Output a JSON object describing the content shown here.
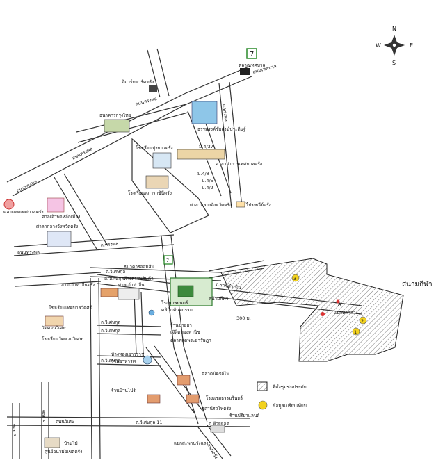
{
  "compass": {
    "n": "N",
    "s": "S",
    "e": "E",
    "w": "W"
  },
  "roads": {
    "north_ne": "ถนนเทศบาล",
    "upper_horizontal": "ถนนทรงพล",
    "northeast_vertical": "ถ.ทรงพล",
    "west_upper": "ถนนทรงพล",
    "west_diagonal": "ถนนทรงพล",
    "west_lower": "ถนนทรงพล",
    "center_diagonal": "ถ.ทรงพล",
    "center_h1": "ถ.วิเศษกุล",
    "center_h2": "ถ.ราชดำเนิน",
    "center_h3": "ถ.วิเศษกุล",
    "center_h4": "ถ.วิเศษกุล",
    "center_h5": "ถ.วิเศษกุล",
    "center_h6": "ถ.วิเศษกุล",
    "bottom_left": "ถนนวิเศษ",
    "bottom_mid": "ถ.วิเศษกุล 11",
    "bottom_right_short": "ถ.ห้วยยอด",
    "bottom_diag": "ถนนตรัง",
    "left_vertical_1": "ซอย 5",
    "left_vertical_2": "ซอย 3",
    "distance": "300 ม.",
    "stadium_road": "สนามกีฬา"
  },
  "places": {
    "seven_eleven_top": "7",
    "family_mart": "ตลาดเทศบาล",
    "hospital": "อิมาร์ทพาร์คทรัง",
    "hotel_top": "ธนาคารกรุงไทย",
    "tall_building": "ธรรมรงค์ชัยสังฆ์ประดิษฐ์",
    "school_cluster": "โรงเรียนทุ่งยาวตรัง",
    "school_below": "โรงเรียนสภาราชินีตรัง",
    "office_row_a": "ม.4/37",
    "office_row_b": "ม.4/8",
    "office_row_c": "ม.4/5",
    "office_row_d": "ม.4/2",
    "city_hall": "ศาลาว่าการเทศบาลตรัง",
    "police": "ศาลากลางจังหวัดตรัง",
    "temple_pink": "ตลาดสดเทศบาลตรัง",
    "shrine": "ศาลเจ้าพ่อหลักเมือง",
    "court": "ศาลากลางจังหวัดตรัง",
    "post_office": "ไปรษณีย์ตรัง",
    "bank_a": "ธนาคารออมสิน",
    "bank_b": "ห้างสรรพสินค้า",
    "stadium": "สนามกีฬา",
    "seven_eleven_mid": "7",
    "guesthouse": "ศาลเจ้าท่าจีน",
    "temple_cluster": "สามเจ้าท่าจีนตรัง",
    "school_left_a": "โรงเรียนเทศบาลวัดศรี",
    "wat": "วัดควนวิเศษ",
    "school_left_b": "โรงเรียนวัดควนวิเศษ",
    "cinema": "โรงภาพยนตร์",
    "clinic": "คลินิกทันตกรรม",
    "pharmacy": "ร้านขายยา",
    "market": "เจ๊ติดทองพานิช",
    "fresh_market": "ตลาดสดพระยารัษฎา",
    "restaurant_a": "ห้างทองเยาวราช",
    "restaurant_b": "ร้านอาหารเจ",
    "restaurant_c": "ร้านบ้านโปร์",
    "market_south": "ตลาดนัดรถไฟ",
    "rail_station": "สถานีรถไฟตรัง",
    "hotel_south": "โรงแรมธรรมรินทร์",
    "shop_south": "ร้านปรียาแลนด์",
    "house_bottom_left": "บ้านไม้",
    "clinic_bottom": "ศูนย์อนามัยเขตตรัง",
    "train_label": "แยกสะพานวังแรง",
    "crossroad_label": "แยกท่ากลาง",
    "marker_a": "A",
    "marker_1": "1",
    "marker_2": "2",
    "marker_3": "3"
  },
  "legend": {
    "hatched_label": "ที่ตั้งชุมชนประดับ",
    "circle_label": "ข้อมูลเปรียบเทียบ"
  }
}
